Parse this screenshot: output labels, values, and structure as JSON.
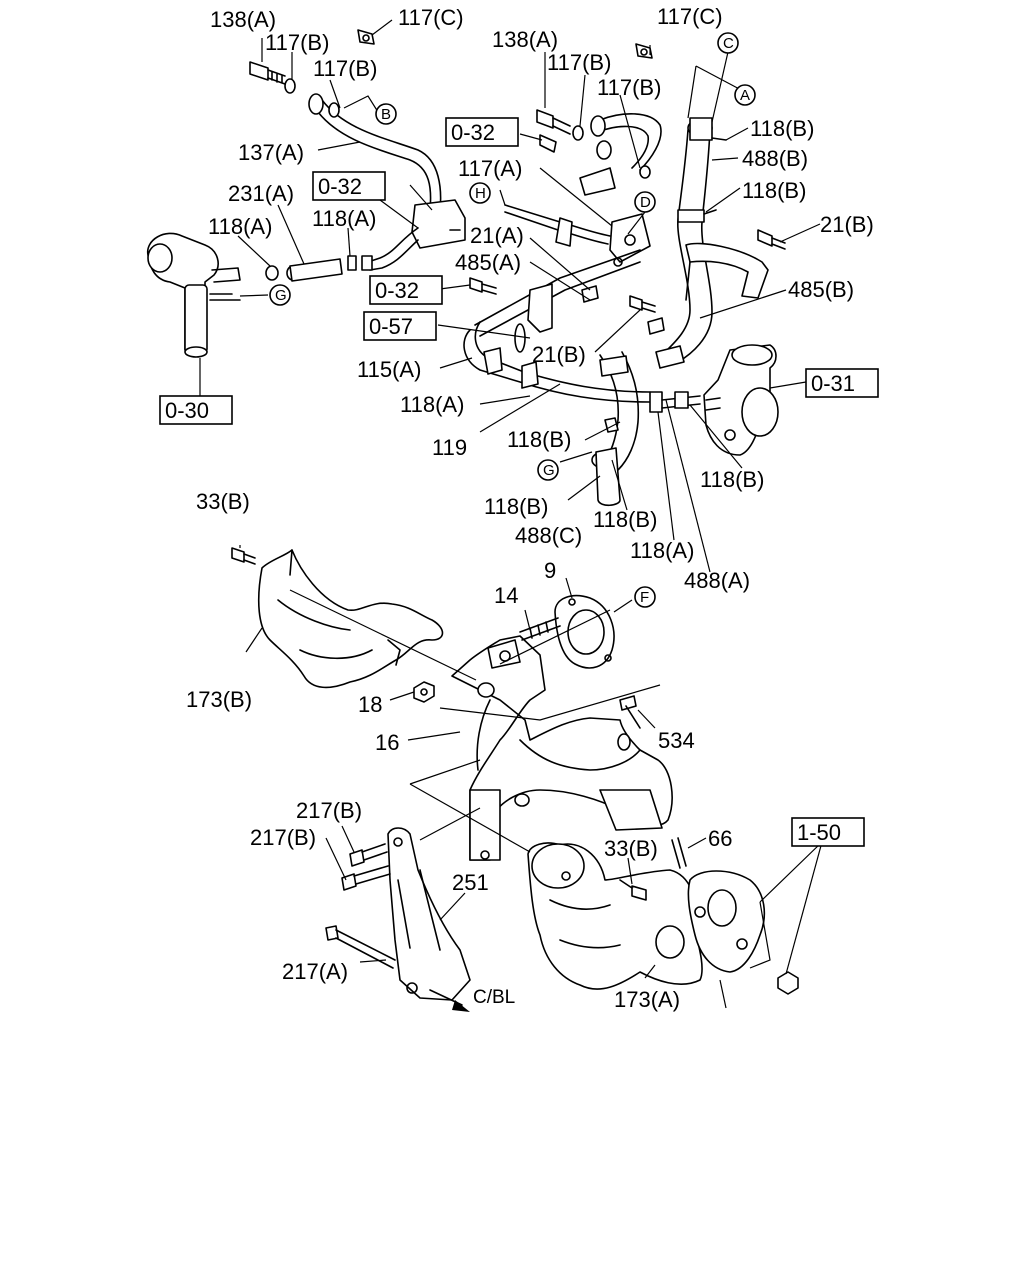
{
  "callouts": {
    "c1": "138(A)",
    "c2": "117(C)",
    "c3": "117(B)",
    "c4": "117(B)",
    "c5": "138(A)",
    "c6": "117(C)",
    "c7": "117(B)",
    "c8": "117(B)",
    "c9": "137(A)",
    "c10": "117(A)",
    "c11": "118(B)",
    "c12": "488(B)",
    "c13": "118(B)",
    "c14": "231(A)",
    "c15": "118(A)",
    "c16": "118(A)",
    "c17": "21(A)",
    "c18": "21(B)",
    "c19": "485(A)",
    "c20": "485(B)",
    "c21": "21(B)",
    "c22": "115(A)",
    "c23": "118(A)",
    "c24": "119",
    "c25": "118(B)",
    "c26": "118(B)",
    "c27": "118(B)",
    "c28": "488(C)",
    "c29": "118(B)",
    "c30": "118(A)",
    "c31": "488(A)",
    "c32": "33(B)",
    "c33": "9",
    "c34": "14",
    "c35": "173(B)",
    "c36": "18",
    "c37": "16",
    "c38": "534",
    "c39": "217(B)",
    "c40": "217(B)",
    "c41": "66",
    "c42": "33(B)",
    "c43": "251",
    "c44": "217(A)",
    "c45": "173(A)",
    "c46": "C/BL"
  },
  "refs": {
    "r1": "0-32",
    "r2": "0-32",
    "r3": "0-32",
    "r4": "0-57",
    "r5": "0-31",
    "r6": "0-30",
    "r7": "1-50"
  },
  "markers": {
    "A": "A",
    "B": "B",
    "C": "C",
    "D": "D",
    "F": "F",
    "G1": "G",
    "G2": "G",
    "H": "H"
  }
}
